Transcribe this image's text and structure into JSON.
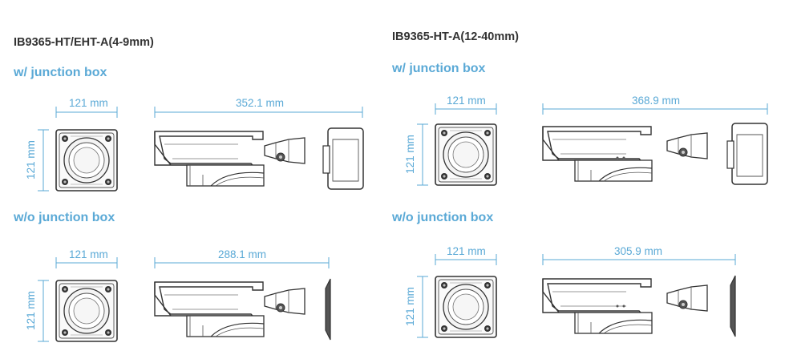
{
  "left": {
    "model": "IB9365-HT/EHT-A(4-9mm)",
    "with_box": {
      "label": "w/ junction box",
      "width": "121 mm",
      "height": "121 mm",
      "length": "352.1 mm"
    },
    "without_box": {
      "label": "w/o junction box",
      "width": "121 mm",
      "height": "121 mm",
      "length": "288.1 mm"
    }
  },
  "right": {
    "model": "IB9365-HT-A(12-40mm)",
    "with_box": {
      "label": "w/ junction box",
      "width": "121 mm",
      "height": "121 mm",
      "length": "368.9 mm"
    },
    "without_box": {
      "label": "w/o junction box",
      "width": "121 mm",
      "height": "121 mm",
      "length": "305.9 mm"
    }
  },
  "colors": {
    "accent": "#5aa9d6",
    "title": "#333333",
    "line": "#3a3a3a"
  }
}
